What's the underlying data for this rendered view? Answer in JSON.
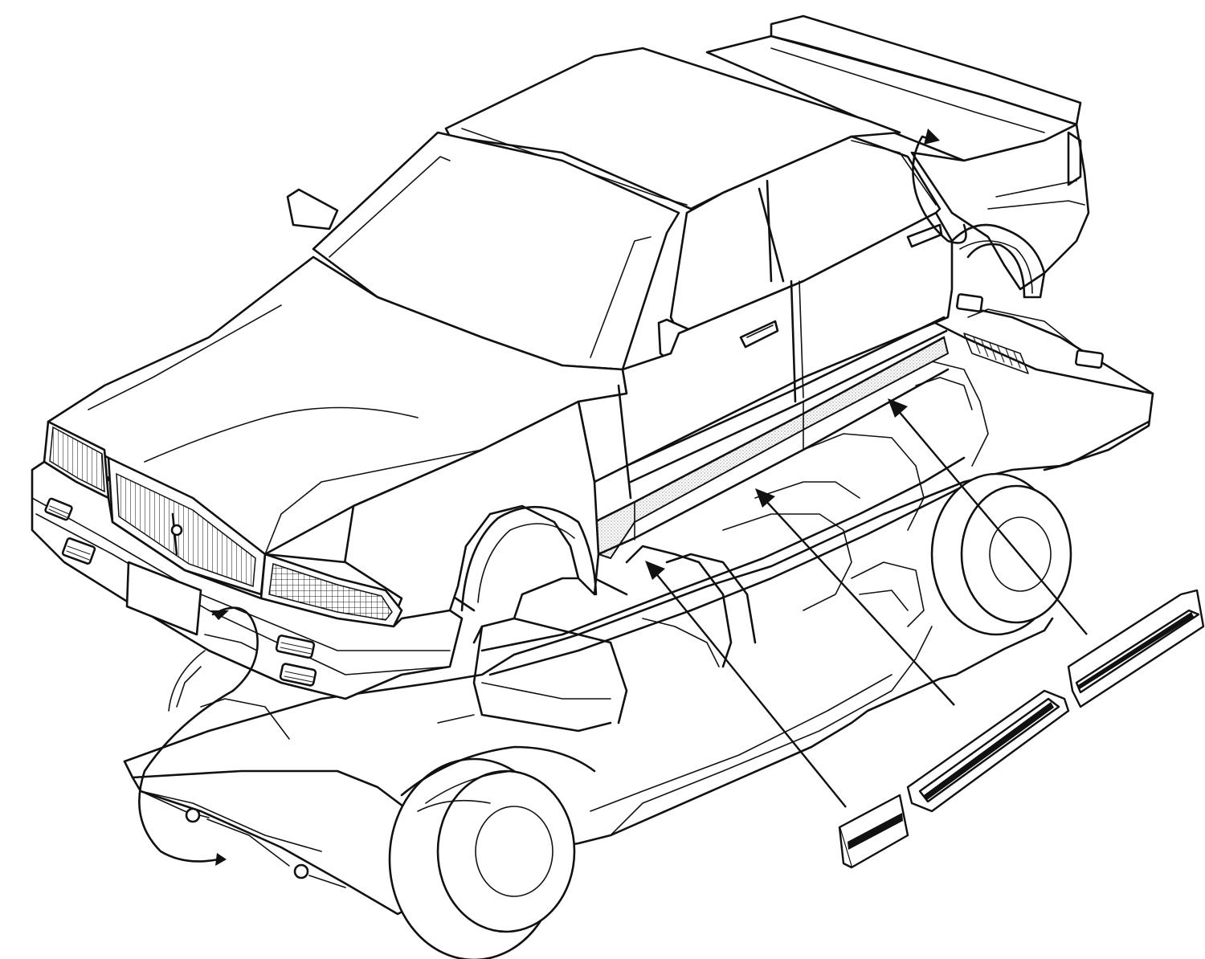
{
  "diagram": {
    "colors": {
      "line": "#111111",
      "background": "#ffffff",
      "stipple": "#9a9a9a"
    },
    "parts": [
      {
        "id": "front-side-molding",
        "target": "front-fender-lower"
      },
      {
        "id": "center-side-molding",
        "target": "front-door-lower"
      },
      {
        "id": "rear-side-molding",
        "target": "rear-door-lower"
      }
    ],
    "icons": [
      "front-harness-curve-arrow",
      "rear-harness-curve-arrow"
    ]
  }
}
